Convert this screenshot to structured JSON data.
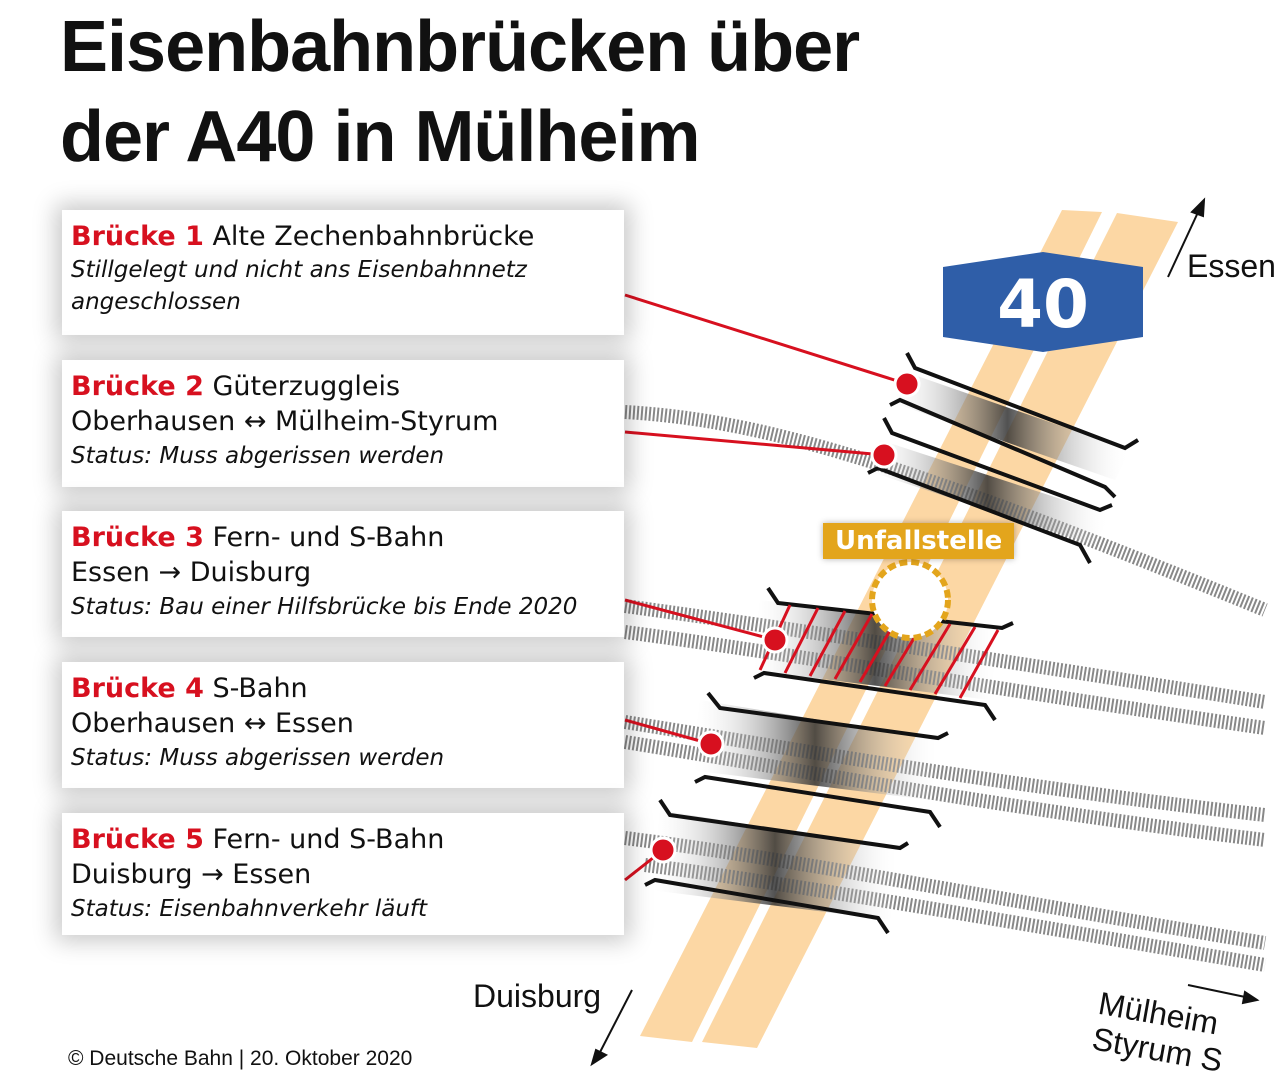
{
  "title": {
    "line1": "Eisenbahnbrücken über",
    "line2": "der A40 in Mülheim"
  },
  "bridges": [
    {
      "num": "Brücke 1",
      "name": "Alte Zechenbahnbrücke",
      "route": "",
      "status": "Stillgelegt und nicht ans Eisenbahnnetz angeschlossen"
    },
    {
      "num": "Brücke 2",
      "name": "Güterzuggleis",
      "route": "Oberhausen ↔ Mülheim-Styrum",
      "status": "Status: Muss abgerissen werden"
    },
    {
      "num": "Brücke 3",
      "name": "Fern- und S-Bahn",
      "route": "Essen → Duisburg",
      "status": "Status: Bau einer Hilfsbrücke bis Ende 2020"
    },
    {
      "num": "Brücke 4",
      "name": "S-Bahn",
      "route": "Oberhausen ↔ Essen",
      "status": "Status: Muss abgerissen werden"
    },
    {
      "num": "Brücke 5",
      "name": "Fern- und S-Bahn",
      "route": "Duisburg → Essen",
      "status": "Status: Eisenbahnverkehr läuft"
    }
  ],
  "map": {
    "highway_number": "40",
    "accident_label": "Unfallstelle",
    "dir_essen": "Essen",
    "dir_duisburg": "Duisburg",
    "dir_muelheim_1": "Mülheim",
    "dir_muelheim_2": "Styrum S"
  },
  "footer": {
    "copyright": "© Deutsche Bahn | 20. Oktober 2020"
  },
  "colors": {
    "accent_red": "#d7101f",
    "highway_blue": "#2f5ea8",
    "road": "#fcd7a4",
    "accident": "#e3a51c"
  }
}
